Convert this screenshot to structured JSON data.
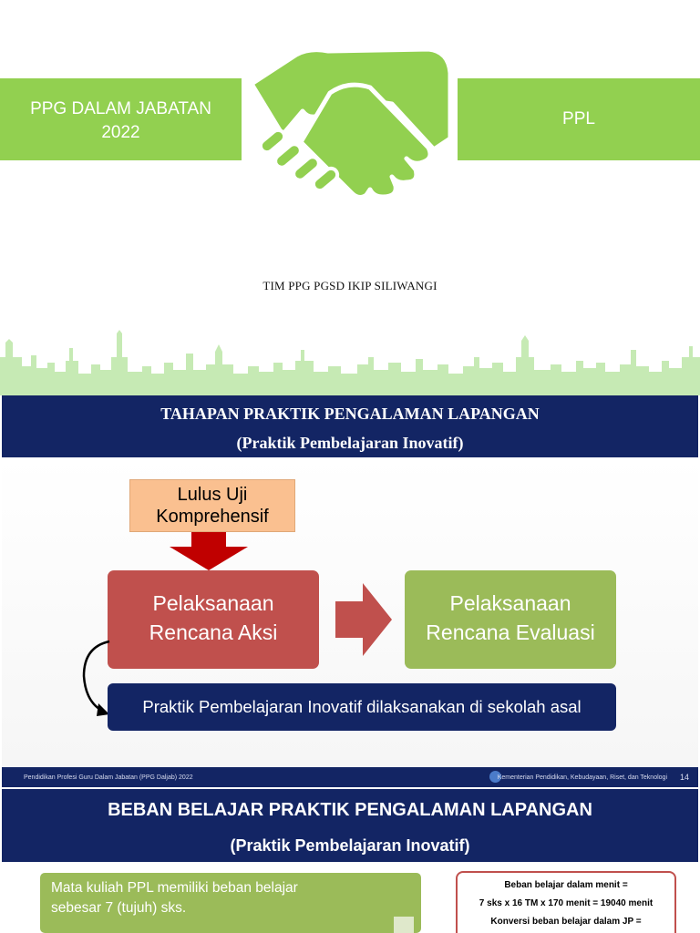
{
  "cover": {
    "title_left_line1": "PPG DALAM JABATAN",
    "title_left_line2": "2022",
    "title_right": "PPL",
    "team": "TIM PPG PGSD IKIP SILIWANGI"
  },
  "slide1": {
    "header_line1": "TAHAPAN PRAKTIK PENGALAMAN LAPANGAN",
    "header_line2": "(Praktik Pembelajaran Inovatif)",
    "lulus_line1": "Lulus Uji",
    "lulus_line2": "Komprehensif",
    "red_line1": "Pelaksanaan",
    "red_line2": "Rencana Aksi",
    "green_line1": "Pelaksanaan",
    "green_line2": "Rencana Evaluasi",
    "blue_bar": "Praktik Pembelajaran Inovatif dilaksanakan di sekolah asal",
    "footer_left": "Pendidikan Profesi Guru Dalam Jabatan (PPG Daljab) 2022",
    "footer_right": "Kementerian Pendidikan, Kebudayaan, Riset, dan Teknologi",
    "page_number": "14"
  },
  "slide2": {
    "header_line1": "BEBAN BELAJAR PRAKTIK PENGALAMAN LAPANGAN",
    "header_line2": "(Praktik Pembelajaran Inovatif)",
    "green_line1": "Mata kuliah PPL memiliki beban belajar",
    "green_line2": "sebesar 7 (tujuh) sks.",
    "box_line1": "Beban belajar dalam menit =",
    "box_line2": "7 sks x 16 TM x 170 menit = 19040 menit",
    "box_line3": "Konversi beban belajar dalam JP ="
  },
  "colors": {
    "green": "#92d050",
    "navy": "#132564",
    "red": "#c0504d",
    "olive": "#9bbb59",
    "peach": "#fac090"
  },
  "icons": [
    "handshake-icon",
    "city-skyline",
    "arrow-down-icon",
    "arrow-right-icon",
    "curved-arrow-icon",
    "ministry-emblem"
  ]
}
